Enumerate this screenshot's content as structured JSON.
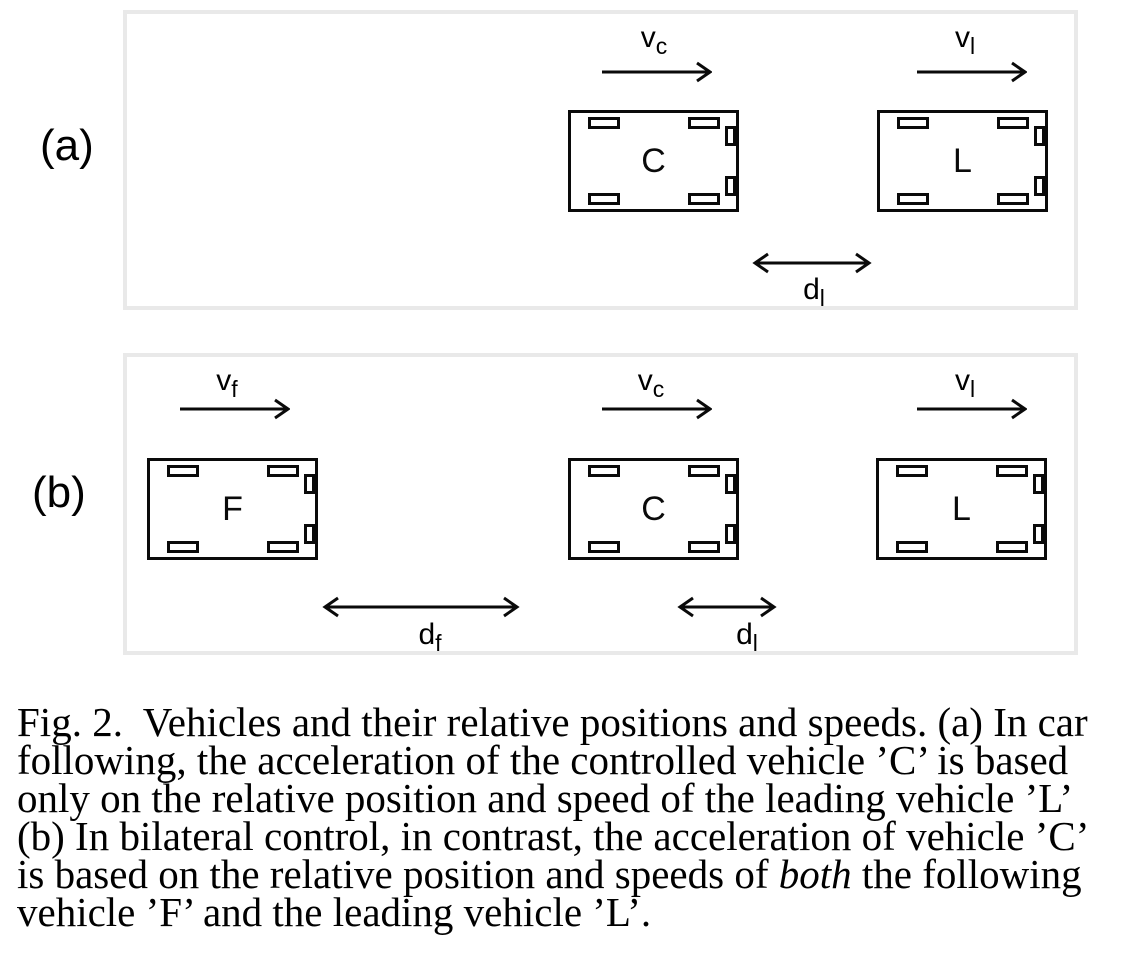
{
  "panel_a": {
    "label": "(a)",
    "vehicle_c": {
      "name": "C",
      "velocity": {
        "base": "v",
        "sub": "c"
      }
    },
    "vehicle_l": {
      "name": "L",
      "velocity": {
        "base": "v",
        "sub": "l"
      }
    },
    "gap_l": {
      "base": "d",
      "sub": "l"
    }
  },
  "panel_b": {
    "label": "(b)",
    "vehicle_f": {
      "name": "F",
      "velocity": {
        "base": "v",
        "sub": "f"
      }
    },
    "vehicle_c": {
      "name": "C",
      "velocity": {
        "base": "v",
        "sub": "c"
      }
    },
    "vehicle_l": {
      "name": "L",
      "velocity": {
        "base": "v",
        "sub": "l"
      }
    },
    "gap_f": {
      "base": "d",
      "sub": "f"
    },
    "gap_l": {
      "base": "d",
      "sub": "l"
    }
  },
  "caption": {
    "line1": "Fig. 2.  Vehicles and their relative positions and speeds. (a) In car",
    "line2": "following, the acceleration of the controlled vehicle ’C’ is based",
    "line3": "only on the relative position and speed of the leading vehicle ’L’",
    "line4": "(b) In bilateral control, in contrast, the acceleration of vehicle ’C’",
    "line5_pre": "is based on the relative position and speeds of ",
    "line5_italic": "both",
    "line5_post": " the following",
    "line6": "vehicle ’F’ and the leading vehicle ’L’."
  },
  "colors": {
    "diagram_line": "#0a0a0a",
    "panel_border": "#e9e9e9",
    "background": "#ffffff"
  }
}
